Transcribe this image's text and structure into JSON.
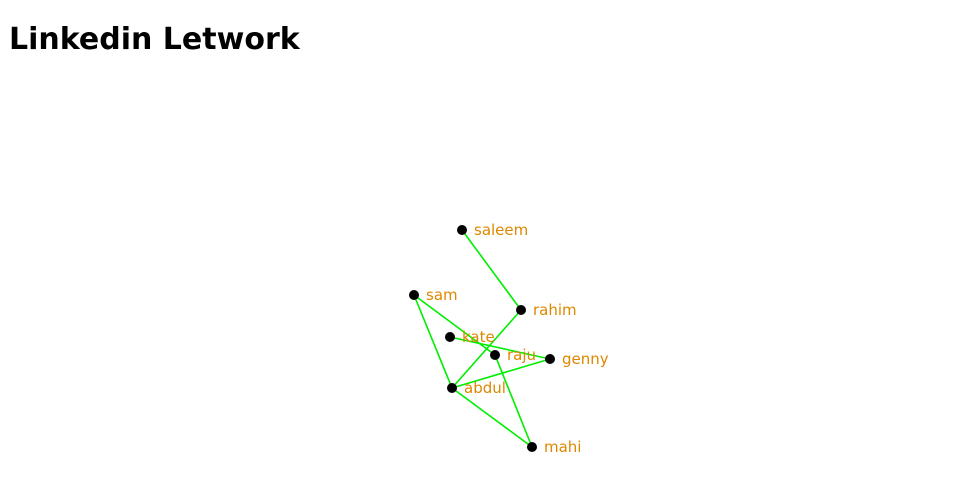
{
  "page": {
    "title": "Linkedin Letwork"
  },
  "colors": {
    "edge": "#00ee00",
    "node": "#000000",
    "label": "#dd8800",
    "title": "#000000"
  },
  "graph": {
    "nodes": [
      {
        "id": "saleem",
        "label": "saleem"
      },
      {
        "id": "sam",
        "label": "sam"
      },
      {
        "id": "rahim",
        "label": "rahim"
      },
      {
        "id": "kate",
        "label": "kate"
      },
      {
        "id": "raju",
        "label": "raju"
      },
      {
        "id": "genny",
        "label": "genny"
      },
      {
        "id": "abdul",
        "label": "abdul"
      },
      {
        "id": "mahi",
        "label": "mahi"
      }
    ],
    "edges": [
      {
        "source": "saleem",
        "target": "rahim"
      },
      {
        "source": "rahim",
        "target": "abdul"
      },
      {
        "source": "sam",
        "target": "abdul"
      },
      {
        "source": "sam",
        "target": "raju"
      },
      {
        "source": "kate",
        "target": "genny"
      },
      {
        "source": "abdul",
        "target": "genny"
      },
      {
        "source": "abdul",
        "target": "mahi"
      },
      {
        "source": "raju",
        "target": "mahi"
      }
    ]
  }
}
